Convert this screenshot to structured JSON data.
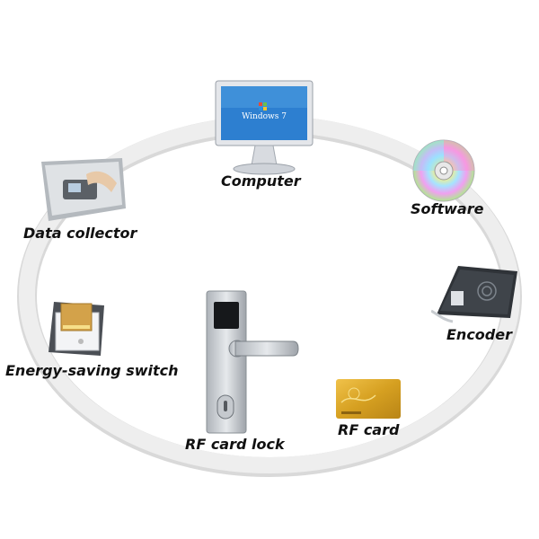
{
  "nodes": [
    {
      "key": "computer",
      "label": "Computer",
      "icon": "computer-monitor-icon",
      "screen_text": "Windows 7"
    },
    {
      "key": "software",
      "label": "Software",
      "icon": "cd-disc-icon"
    },
    {
      "key": "encoder",
      "label": "Encoder",
      "icon": "card-encoder-icon"
    },
    {
      "key": "rfcard",
      "label": "RF card",
      "icon": "rf-card-icon"
    },
    {
      "key": "lock",
      "label": "RF card lock",
      "icon": "door-lock-icon"
    },
    {
      "key": "energy",
      "label": "Energy-saving switch",
      "icon": "energy-switch-icon"
    },
    {
      "key": "collector",
      "label": "Data collector",
      "icon": "data-collector-icon"
    }
  ],
  "colors": {
    "ring": "#e9e9e9",
    "ring_shadow": "#d8d8d8",
    "label": "#111111",
    "screen": "#2d7fd0",
    "card_gold": "#d6a021",
    "lock_silver": "#c9cdd2"
  }
}
